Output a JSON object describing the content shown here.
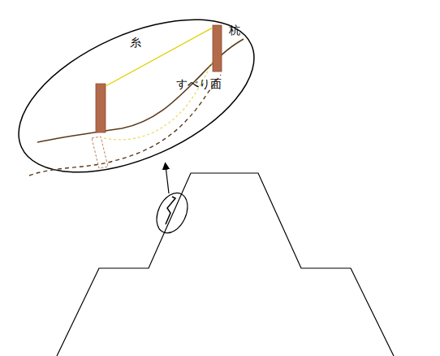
{
  "diagram": {
    "labels": [
      "糸",
      "杭",
      "すべり面"
    ]
  }
}
